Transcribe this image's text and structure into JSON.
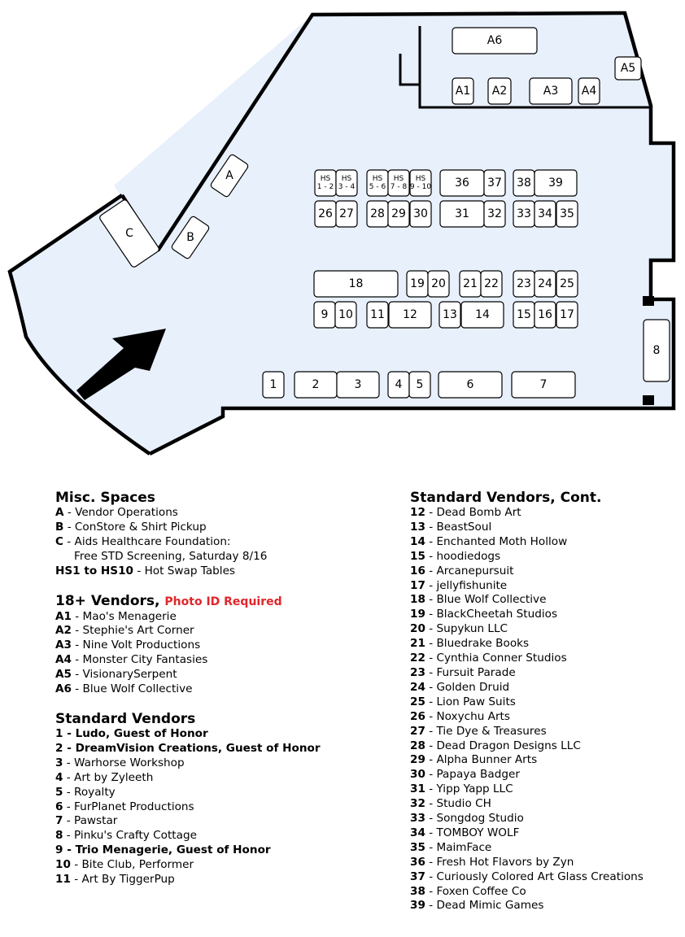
{
  "map": {
    "booths": [
      {
        "id": "A6",
        "label": "A6"
      },
      {
        "id": "A5",
        "label": "A5"
      },
      {
        "id": "A1",
        "label": "A1"
      },
      {
        "id": "A2",
        "label": "A2"
      },
      {
        "id": "A3",
        "label": "A3"
      },
      {
        "id": "A4",
        "label": "A4"
      },
      {
        "id": "A",
        "label": "A"
      },
      {
        "id": "B",
        "label": "B"
      },
      {
        "id": "C",
        "label": "C"
      },
      {
        "id": "hs12",
        "label": "HS|1 - 2",
        "small": true
      },
      {
        "id": "hs34",
        "label": "HS|3 - 4",
        "small": true
      },
      {
        "id": "hs56",
        "label": "HS|5 - 6",
        "small": true
      },
      {
        "id": "hs78",
        "label": "HS|7 - 8",
        "small": true
      },
      {
        "id": "hs910",
        "label": "HS|9 - 10",
        "small": true
      },
      {
        "id": "b36",
        "label": "36"
      },
      {
        "id": "b37",
        "label": "37"
      },
      {
        "id": "b38",
        "label": "38"
      },
      {
        "id": "b39",
        "label": "39"
      },
      {
        "id": "b26",
        "label": "26"
      },
      {
        "id": "b27",
        "label": "27"
      },
      {
        "id": "b28",
        "label": "28"
      },
      {
        "id": "b29",
        "label": "29"
      },
      {
        "id": "b30",
        "label": "30"
      },
      {
        "id": "b31",
        "label": "31"
      },
      {
        "id": "b32",
        "label": "32"
      },
      {
        "id": "b33",
        "label": "33"
      },
      {
        "id": "b34",
        "label": "34"
      },
      {
        "id": "b35",
        "label": "35"
      },
      {
        "id": "b18",
        "label": "18"
      },
      {
        "id": "b19",
        "label": "19"
      },
      {
        "id": "b20",
        "label": "20"
      },
      {
        "id": "b21",
        "label": "21"
      },
      {
        "id": "b22",
        "label": "22"
      },
      {
        "id": "b23",
        "label": "23"
      },
      {
        "id": "b24",
        "label": "24"
      },
      {
        "id": "b25",
        "label": "25"
      },
      {
        "id": "b9",
        "label": "9"
      },
      {
        "id": "b10",
        "label": "10"
      },
      {
        "id": "b11",
        "label": "11"
      },
      {
        "id": "b12",
        "label": "12"
      },
      {
        "id": "b13",
        "label": "13"
      },
      {
        "id": "b14",
        "label": "14"
      },
      {
        "id": "b15",
        "label": "15"
      },
      {
        "id": "b16",
        "label": "16"
      },
      {
        "id": "b17",
        "label": "17"
      },
      {
        "id": "b8",
        "label": "8"
      },
      {
        "id": "b1",
        "label": "1"
      },
      {
        "id": "b2",
        "label": "2"
      },
      {
        "id": "b3",
        "label": "3"
      },
      {
        "id": "b4",
        "label": "4"
      },
      {
        "id": "b5",
        "label": "5"
      },
      {
        "id": "b6",
        "label": "6"
      },
      {
        "id": "b7",
        "label": "7"
      }
    ],
    "colors": {
      "floor": "#e8f0fc",
      "walls": "#000000",
      "booth_fill": "#ffffff",
      "warning": "#e0262b"
    },
    "icons": [
      "entrance-arrow-icon"
    ]
  },
  "legend": {
    "misc": {
      "title": "Misc. Spaces",
      "rows": [
        {
          "code": "A",
          "text": " - Vendor Operations"
        },
        {
          "code": "B",
          "text": " - ConStore & Shirt Pickup"
        },
        {
          "code": "C",
          "text": " - Aids Healthcare Foundation:"
        },
        {
          "code": "",
          "text": "Free STD Screening, Saturday 8/16",
          "indent": true
        },
        {
          "code": "HS1 to HS10",
          "text": " - Hot Swap Tables"
        }
      ]
    },
    "adult": {
      "title": "18+ Vendors,",
      "warning": "Photo ID Required",
      "rows": [
        {
          "code": "A1",
          "text": " - Mao's Menagerie"
        },
        {
          "code": "A2",
          "text": " - Stephie's Art Corner"
        },
        {
          "code": "A3",
          "text": " - Nine Volt Productions"
        },
        {
          "code": "A4",
          "text": " - Monster City Fantasies"
        },
        {
          "code": "A5",
          "text": " - VisionarySerpent"
        },
        {
          "code": "A6",
          "text": " - Blue Wolf Collective"
        }
      ]
    },
    "standard": {
      "title": "Standard Vendors",
      "rows": [
        {
          "code": "1",
          "text": " - Ludo, Guest of Honor",
          "bold": true
        },
        {
          "code": "2",
          "text": " - DreamVision Creations, Guest of Honor",
          "bold": true
        },
        {
          "code": "3",
          "text": " - Warhorse Workshop"
        },
        {
          "code": "4",
          "text": " - Art by Zyleeth"
        },
        {
          "code": "5",
          "text": " - Royalty"
        },
        {
          "code": "6",
          "text": " - FurPlanet Productions"
        },
        {
          "code": "7",
          "text": " - Pawstar"
        },
        {
          "code": "8",
          "text": " - Pinku's Crafty Cottage"
        },
        {
          "code": "9",
          "text": " - Trio Menagerie, Guest of Honor",
          "bold": true
        },
        {
          "code": "10",
          "text": " - Bite Club, Performer"
        },
        {
          "code": "11",
          "text": " - Art By TiggerPup"
        }
      ]
    },
    "standard_cont": {
      "title": "Standard Vendors, Cont.",
      "rows": [
        {
          "code": "12",
          "text": " - Dead Bomb Art"
        },
        {
          "code": "13",
          "text": " - BeastSoul"
        },
        {
          "code": "14",
          "text": " - Enchanted Moth Hollow"
        },
        {
          "code": "15",
          "text": " - hoodiedogs"
        },
        {
          "code": "16",
          "text": " - Arcanepursuit"
        },
        {
          "code": "17",
          "text": " - jellyfishunite"
        },
        {
          "code": "18",
          "text": " - Blue Wolf Collective"
        },
        {
          "code": "19",
          "text": " - BlackCheetah Studios"
        },
        {
          "code": "20",
          "text": " - Supykun LLC"
        },
        {
          "code": "21",
          "text": " - Bluedrake Books"
        },
        {
          "code": "22",
          "text": " - Cynthia Conner Studios"
        },
        {
          "code": "23",
          "text": " - Fursuit Parade"
        },
        {
          "code": "24",
          "text": " - Golden Druid"
        },
        {
          "code": "25",
          "text": " - Lion Paw Suits"
        },
        {
          "code": "26",
          "text": " - Noxychu Arts"
        },
        {
          "code": "27",
          "text": " - Tie Dye & Treasures"
        },
        {
          "code": "28",
          "text": " - Dead Dragon Designs LLC"
        },
        {
          "code": "29",
          "text": " - Alpha Bunner Arts"
        },
        {
          "code": "30",
          "text": " - Papaya Badger"
        },
        {
          "code": "31",
          "text": " - Yipp Yapp LLC"
        },
        {
          "code": "32",
          "text": " - Studio CH"
        },
        {
          "code": "33",
          "text": " - Songdog Studio"
        },
        {
          "code": "34",
          "text": " - TOMBOY WOLF"
        },
        {
          "code": "35",
          "text": " - MaimFace"
        },
        {
          "code": "36",
          "text": " - Fresh Hot Flavors by Zyn"
        },
        {
          "code": "37",
          "text": " - Curiously Colored Art Glass Creations"
        },
        {
          "code": "38",
          "text": " - Foxen Coffee Co"
        },
        {
          "code": "39",
          "text": " - Dead Mimic Games"
        }
      ]
    }
  }
}
